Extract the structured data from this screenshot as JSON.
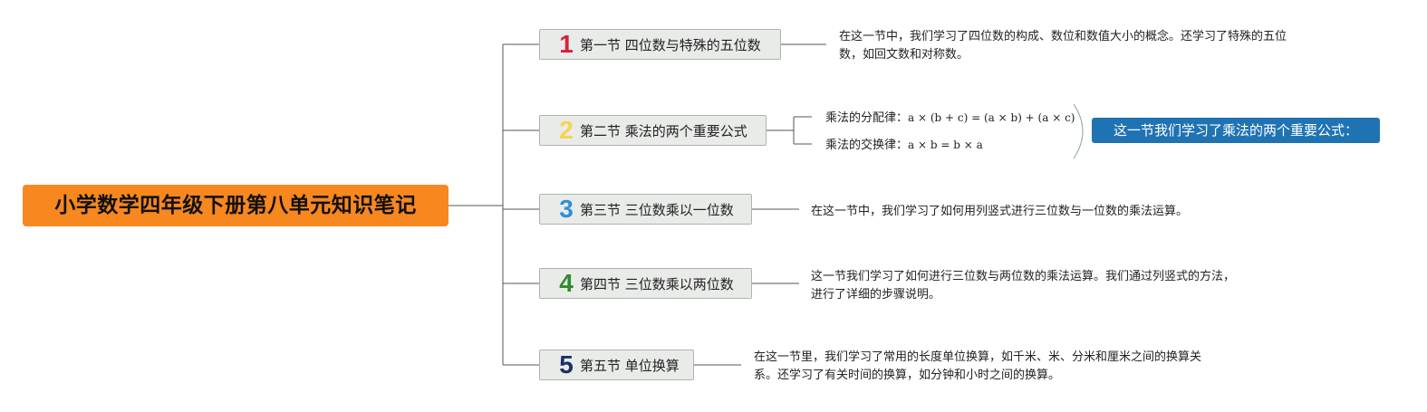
{
  "root": {
    "title": "小学数学四年级下册第八单元知识笔记"
  },
  "sections": [
    {
      "num": "1",
      "num_color": "#d6223b",
      "title": "第一节 四位数与特殊的五位数",
      "note": "在这一节中，我们学习了四位数的构成、数位和数值大小的概念。还学习了特殊的五位数，如回文数和对称数。"
    },
    {
      "num": "2",
      "num_color": "#f3d54e",
      "title": "第二节 乘法的两个重要公式",
      "formulas": [
        {
          "label": "乘法的分配律：",
          "expr": "a × (b + c) = (a × b) + (a × c)"
        },
        {
          "label": "乘法的交换律：",
          "expr": "a × b = b × a"
        }
      ],
      "summary": "这一节我们学习了乘法的两个重要公式："
    },
    {
      "num": "3",
      "num_color": "#2f8fd6",
      "title": "第三节 三位数乘以一位数",
      "note": "在这一节中，我们学习了如何用列竖式进行三位数与一位数的乘法运算。"
    },
    {
      "num": "4",
      "num_color": "#2e8b2e",
      "title": "第四节 三位数乘以两位数",
      "note": "这一节我们学习了如何进行三位数与两位数的乘法运算。我们通过列竖式的方法，进行了详细的步骤说明。"
    },
    {
      "num": "5",
      "num_color": "#1e2f66",
      "title": "第五节 单位换算",
      "note": "在这一节里，我们学习了常用的长度单位换算，如千米、米、分米和厘米之间的换算关系。还学习了有关时间的换算，如分钟和小时之间的换算。"
    }
  ]
}
